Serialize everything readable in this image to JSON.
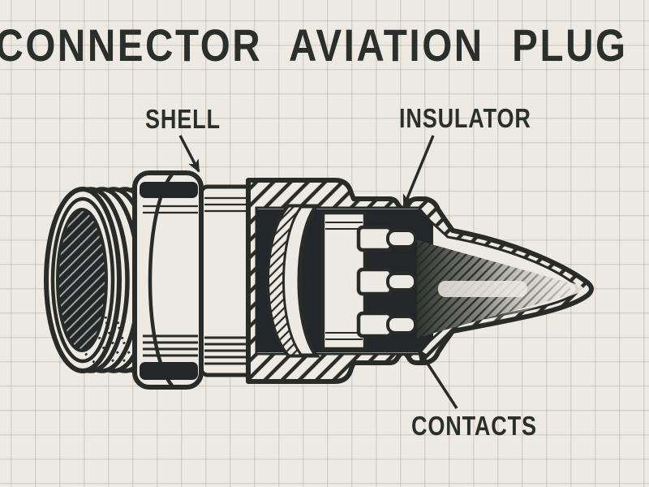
{
  "title": "CONNECTOR AVIATION PLUG",
  "diagram": {
    "labels": {
      "shell": "SHELL",
      "insulator": "INSULATOR",
      "contacts": "CONTACTS"
    }
  },
  "colors": {
    "paper": "#EDEAE3",
    "grid_line": "#D9D6CE",
    "ink": "#282B28"
  }
}
